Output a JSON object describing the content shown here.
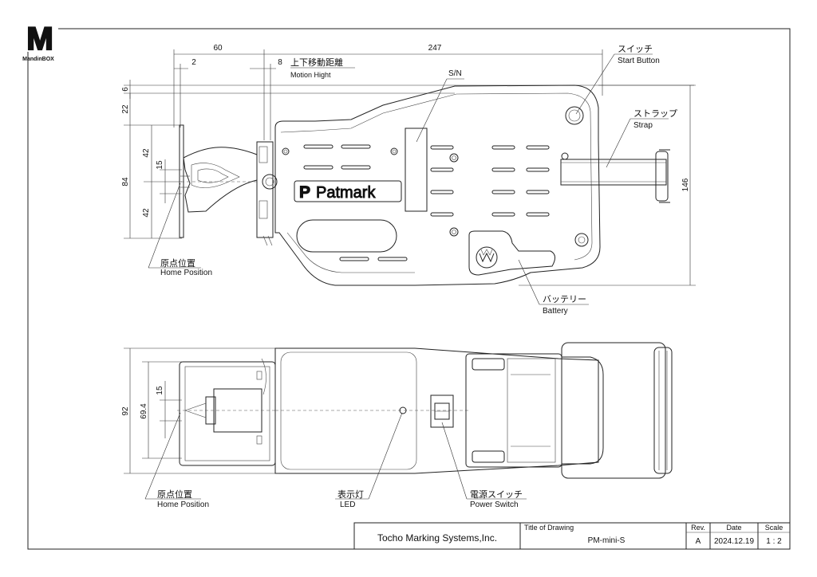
{
  "logo": {
    "mark": "M",
    "text": "MandinBOX"
  },
  "dimensions": {
    "top_60": "60",
    "top_247": "247",
    "top_2": "2",
    "top_8": "8",
    "left_6": "6",
    "left_22": "22",
    "left_42a": "42",
    "left_15a": "15",
    "left_84": "84",
    "left_42b": "42",
    "right_146": "146",
    "bottom_92": "92",
    "bottom_694": "69.4",
    "bottom_15": "15"
  },
  "labels": {
    "motion_jp": "上下移動距離",
    "motion_en": "Motion Hight",
    "sn": "S/N",
    "switch_jp": "スイッチ",
    "switch_en": "Start Button",
    "strap_jp": "ストラップ",
    "strap_en": "Strap",
    "battery_jp": "バッテリー",
    "battery_en": "Battery",
    "home1_jp": "原点位置",
    "home1_en": "Home Position",
    "home2_jp": "原点位置",
    "home2_en": "Home Position",
    "led_jp": "表示灯",
    "led_en": "LED",
    "power_jp": "電源スイッチ",
    "power_en": "Power Switch",
    "brand": "Patmark"
  },
  "title_block": {
    "company": "Tocho Marking Systems,Inc.",
    "title_label": "Title of Drawing",
    "title_value": "PM-mini-S",
    "rev_label": "Rev.",
    "rev_value": "A",
    "date_label": "Date",
    "date_value": "2024.12.19",
    "scale_label": "Scale",
    "scale_value": "1 : 2"
  }
}
